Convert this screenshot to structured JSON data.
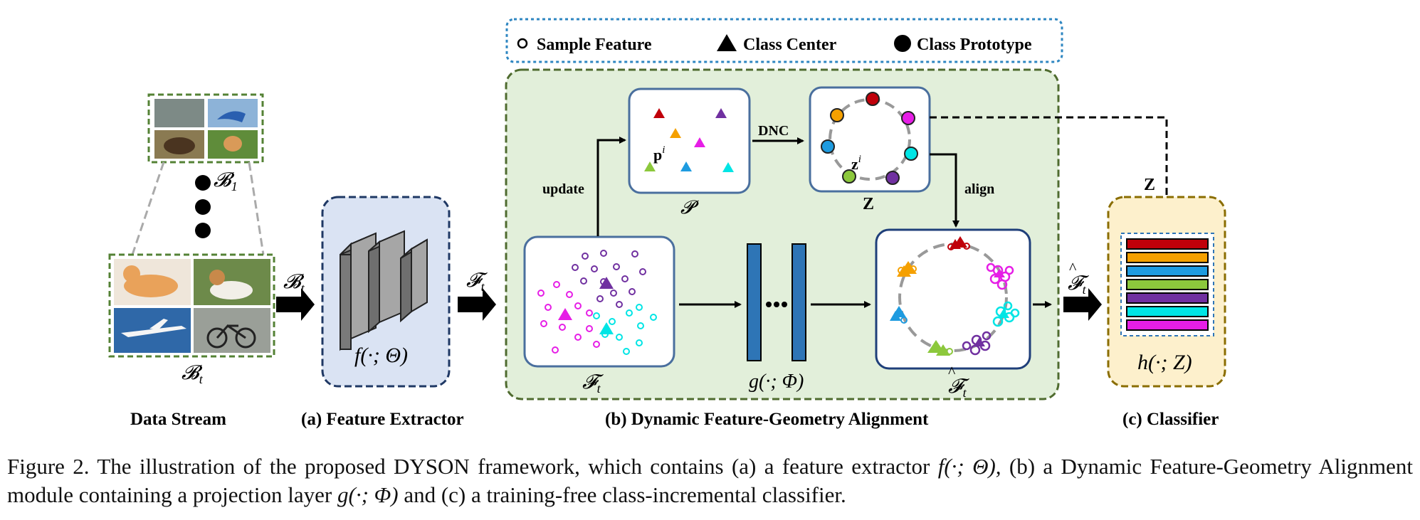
{
  "legend": {
    "sample_feature": "Sample Feature",
    "class_center": "Class Center",
    "class_prototype": "Class Prototype"
  },
  "labels": {
    "data_stream": "Data Stream",
    "feature_extractor": "(a) Feature Extractor",
    "dfga": "(b) Dynamic Feature-Geometry Alignment",
    "classifier": "(c) Classifier",
    "update": "update",
    "dnc": "DNC",
    "align": "align",
    "B1": "𝓑",
    "B1_sub": "1",
    "Bt": "𝓑",
    "Bt_sub": "t",
    "Ft": "𝓕",
    "Ft_sub": "t",
    "P": "𝓟",
    "Z": "Z",
    "pi": "p",
    "pi_sup": "i",
    "zi": "z",
    "zi_sup": "i",
    "f_func": "f(·; Θ)",
    "g_func": "g(·; Φ)",
    "h_func": "h(·; Z)"
  },
  "caption": {
    "fig_label": "Figure 2.",
    "text_1": "The illustration of the proposed DYSON framework, which contains (a) a feature extractor",
    "f_expr": "f(·; Θ),",
    "text_2": "(b) a Dynamic Feature-Geometry Alignment module containing a projection layer",
    "g_expr": "g(·; Φ)",
    "text_3": "and (c) a training-free class-incremental classifier."
  },
  "colors": {
    "red": "#c0000a",
    "orange": "#f5a000",
    "blue": "#1e9be0",
    "green": "#8cc83c",
    "purple": "#7030a0",
    "cyan": "#00e5e5",
    "magenta": "#e61ee6",
    "dfga_bg": "#e2efda",
    "dfga_border": "#4f6b2f",
    "fe_bg": "#dae3f3",
    "fe_border": "#1f3864",
    "cls_bg": "#fdf0cc",
    "cls_border": "#8a6d00",
    "legend_border": "#2e86c1",
    "panel_border": "#4a6f9e"
  },
  "classifier_bars": [
    "red",
    "orange",
    "blue",
    "green",
    "purple",
    "cyan",
    "magenta"
  ]
}
